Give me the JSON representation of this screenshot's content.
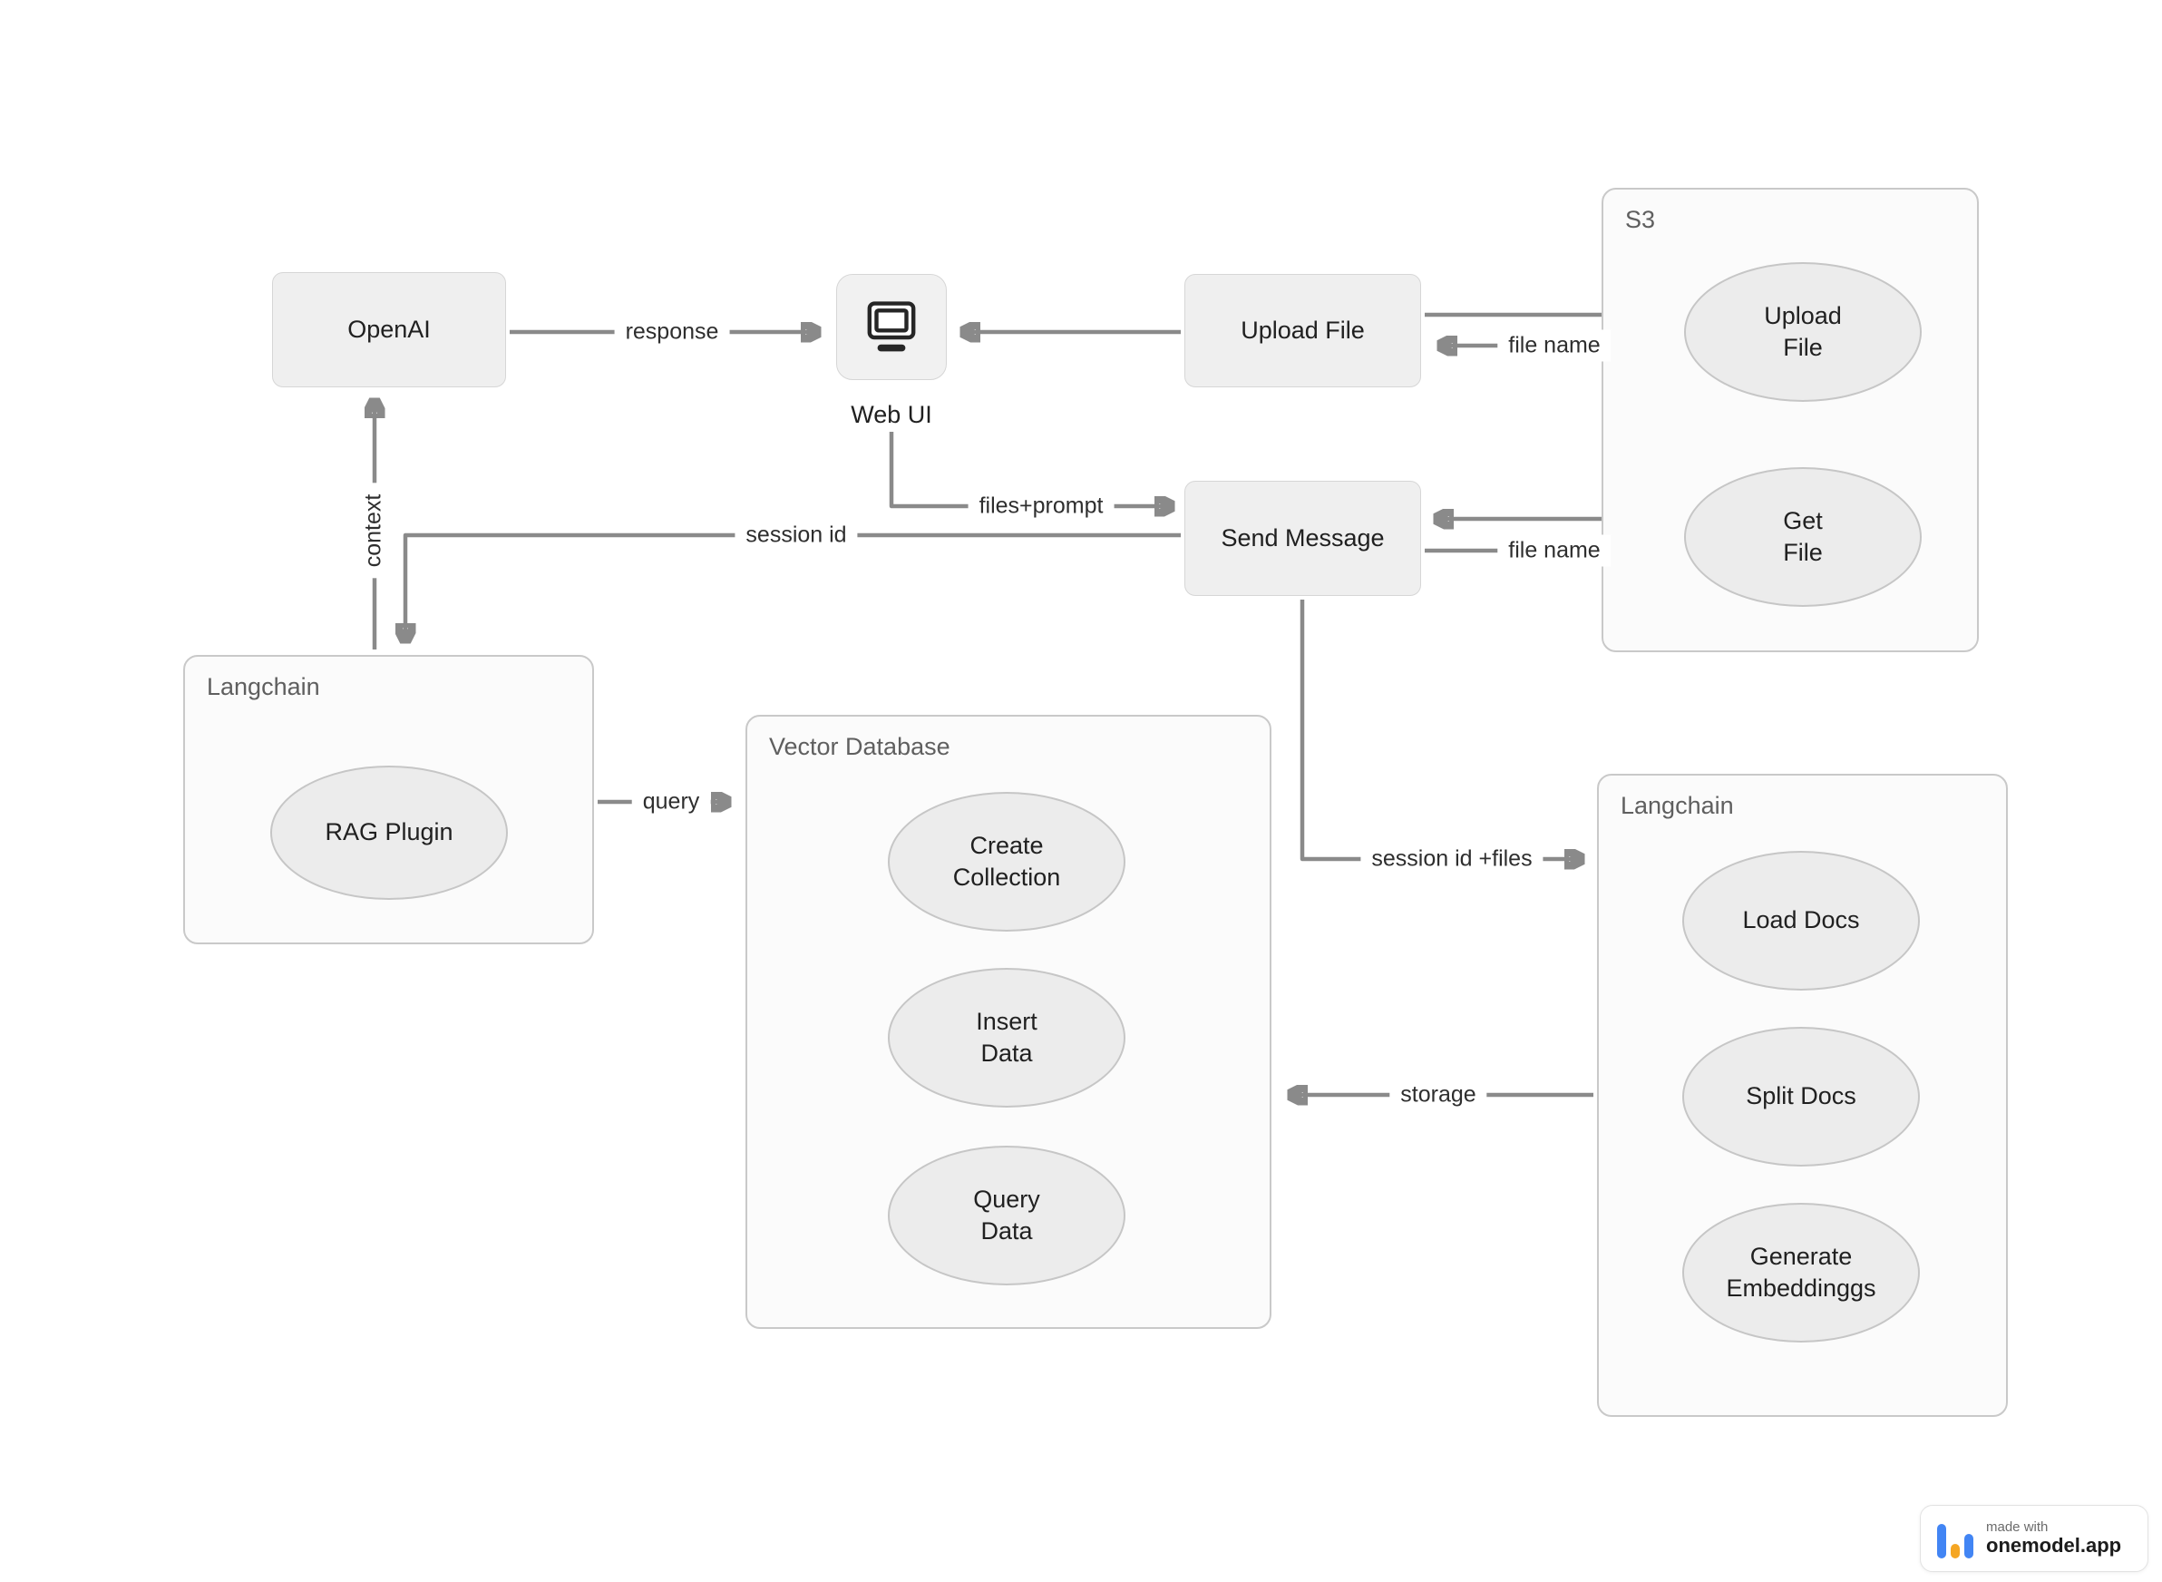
{
  "nodes": {
    "openai": "OpenAI",
    "web_ui": "Web UI",
    "upload_file": "Upload File",
    "send_message": "Send Message"
  },
  "containers": {
    "s3": {
      "title": "S3",
      "items": {
        "upload_file": "Upload\nFile",
        "get_file": "Get\nFile"
      }
    },
    "langchain_left": {
      "title": "Langchain",
      "items": {
        "rag_plugin": "RAG Plugin"
      }
    },
    "vector_database": {
      "title": "Vector Database",
      "items": {
        "create_collection": "Create\nCollection",
        "insert_data": "Insert\nData",
        "query_data": "Query\nData"
      }
    },
    "langchain_right": {
      "title": "Langchain",
      "items": {
        "load_docs": "Load Docs",
        "split_docs": "Split Docs",
        "generate_embeddings": "Generate\nEmbeddinggs"
      }
    }
  },
  "edge_labels": {
    "response": "response",
    "file_name_upload": "file name",
    "files_prompt": "files+prompt",
    "session_id": "session id",
    "context": "context",
    "file_name_get": "file name",
    "query": "query",
    "session_id_files": "session id +files",
    "storage": "storage"
  },
  "badge": {
    "made_with": "made with",
    "brand": "onemodel.app"
  },
  "colors": {
    "arrow": "#8a8a8a",
    "node_fill": "#efefef",
    "ellipse_fill": "#ececec",
    "brand_blue": "#4285F4",
    "brand_orange": "#F5A623"
  }
}
